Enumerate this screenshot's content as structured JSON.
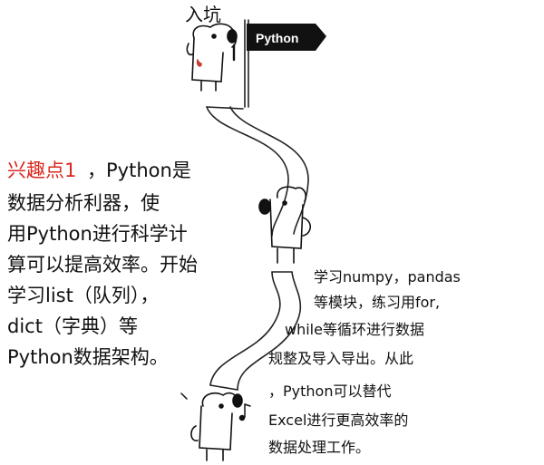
{
  "start": {
    "label": "入坑"
  },
  "flag": {
    "label": "Python"
  },
  "left_note": {
    "highlight": "兴趣点1",
    "lines": [
      "，Python是",
      "数据分析利器，使",
      "用Python进行科学计",
      "算可以提高效率。开始",
      "学习list（队列），",
      "dict（字典）等",
      "Python数据架构。"
    ]
  },
  "right_note": {
    "lines": [
      "学习numpy，pandas",
      "等模块，练习用for,",
      "while等循环进行数据",
      "规整及导入导出。从此",
      "，Python可以替代",
      "Excel进行更高效率的",
      "数据处理工作。"
    ]
  },
  "icons": [
    "dog-top-icon",
    "dog-middle-icon",
    "dog-bottom-icon",
    "flag-icon",
    "music-note-icon",
    "winding-path-icon"
  ]
}
